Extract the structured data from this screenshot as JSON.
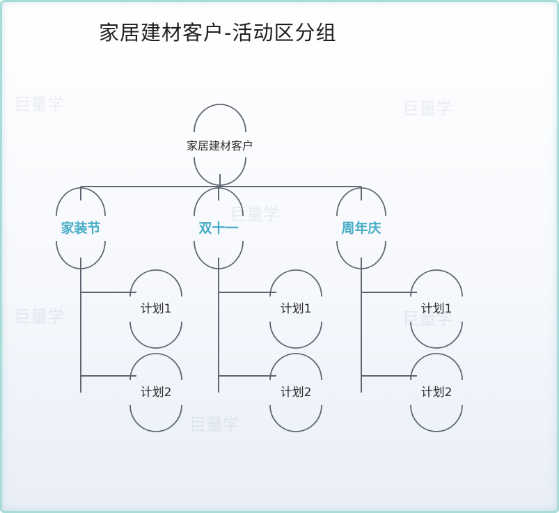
{
  "title": "家居建材客户-活动区分组",
  "colors": {
    "line": "#5d6670",
    "group_text": "#46adc7",
    "border": "#a8dcd9"
  },
  "root": {
    "label": "家居建材客户"
  },
  "groups": [
    {
      "label": "家装节",
      "plans": [
        "计划1",
        "计划2"
      ]
    },
    {
      "label": "双十一",
      "plans": [
        "计划1",
        "计划2"
      ]
    },
    {
      "label": "周年庆",
      "plans": [
        "计划1",
        "计划2"
      ]
    }
  ],
  "watermark": "巨量学"
}
